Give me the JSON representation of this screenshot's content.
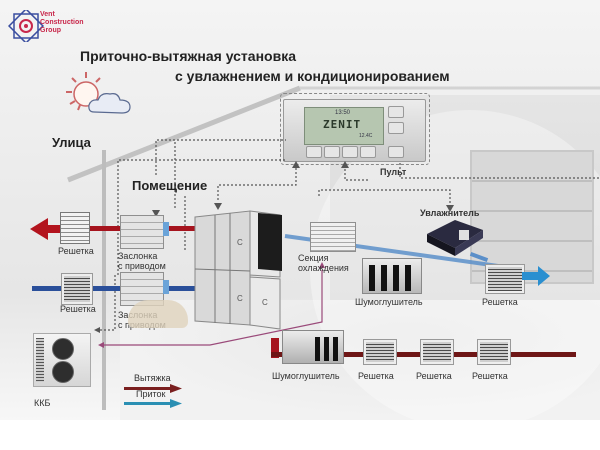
{
  "brand": {
    "name_line1": "Vent",
    "name_line2": "Construction",
    "name_line3": "Group",
    "color": "#c8284b",
    "icon": "vcg-logo-icon"
  },
  "title": {
    "line1": "Приточно-вытяжная установка",
    "line2": "с увлажнением и кондиционированием"
  },
  "zones": {
    "outside": "Улица",
    "inside": "Помещение"
  },
  "controller": {
    "time": "13:50",
    "brand": "ZENIT",
    "sub": "12.4С",
    "label": "Пульт"
  },
  "components": {
    "grille_exhaust": "Решетка",
    "grille_supply": "Решетка",
    "damper_exhaust": {
      "line1": "Заслонка",
      "line2": "с приводом"
    },
    "damper_supply": {
      "line1": "Заслонка",
      "line2": "с приводом"
    },
    "cooling_section": {
      "line1": "Секция",
      "line2": "охлаждения"
    },
    "humidifier": "Увлажнитель",
    "silencer_supply": "Шумоглушитель",
    "grille_supply_out": "Решетка",
    "silencer_exhaust": "Шумоглушитель",
    "grille_exhaust_1": "Решетка",
    "grille_exhaust_2": "Решетка",
    "grille_exhaust_3": "Решетка",
    "condenser": "ККБ"
  },
  "legend": {
    "exhaust": {
      "label": "Вытяжка",
      "color": "#7a1f1f"
    },
    "supply": {
      "label": "Приток",
      "color": "#2a8fb3"
    }
  },
  "colors": {
    "exhaust_duct": "#a6141e",
    "supply_duct": "#2a4f9a",
    "supply_arrow": "#2a8fd0",
    "refrigerant_line": "#9a4a7a"
  }
}
